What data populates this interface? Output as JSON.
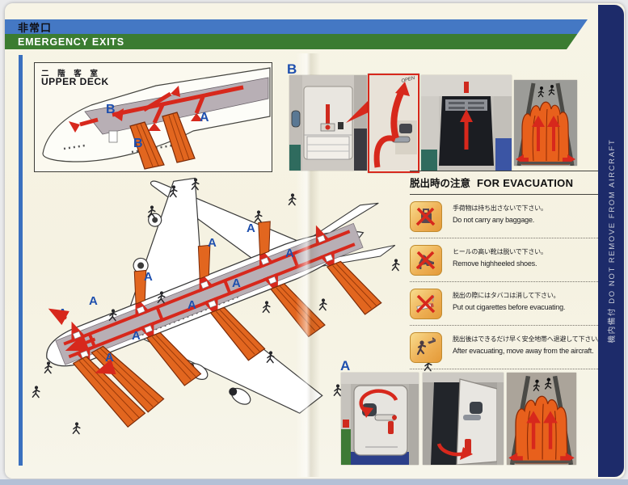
{
  "header": {
    "title_jp": "非常口",
    "title_en": "EMERGENCY EXITS"
  },
  "labels": {
    "exit_a": "A",
    "exit_b": "B"
  },
  "upper_deck_inset": {
    "title_jp": "二 階 客 室",
    "title_en": "UPPER DECK"
  },
  "exit_b_panel": {
    "label": "B",
    "inset_caption": "OPEN"
  },
  "exit_a_panel": {
    "label": "A"
  },
  "evacuation": {
    "title_jp": "脱出時の注意",
    "title_en": "FOR EVACUATION",
    "rules": [
      {
        "icon": "no-baggage-icon",
        "jp": "手荷物は持ち出さないで下さい。",
        "en": "Do not carry any baggage."
      },
      {
        "icon": "no-highheels-icon",
        "jp": "ヒールの高い靴は脱いで下さい。",
        "en": "Remove highheeled shoes."
      },
      {
        "icon": "no-cigarettes-icon",
        "jp": "脱出の際にはタバコは消して下さい。",
        "en": "Put out cigarettes before evacuating."
      },
      {
        "icon": "run-away-icon",
        "jp": "脱出後はできるだけ早く安全地帯へ退避して下さい。",
        "en": "After evacuating, move away from the aircraft."
      }
    ]
  },
  "sidebar": {
    "label": "機内備付  DO NOT REMOVE FROM AIRCRAFT"
  },
  "colors": {
    "card_cream": "#f6f3e4",
    "bar_blue": "#4478c4",
    "bar_green": "#3b7c31",
    "sidebar_navy": "#1d2b6a",
    "exit_label_blue": "#1e4fae",
    "arrow_red": "#d7281c",
    "slide_orange": "#e2661f",
    "cabin_gray": "#b8afb5"
  }
}
